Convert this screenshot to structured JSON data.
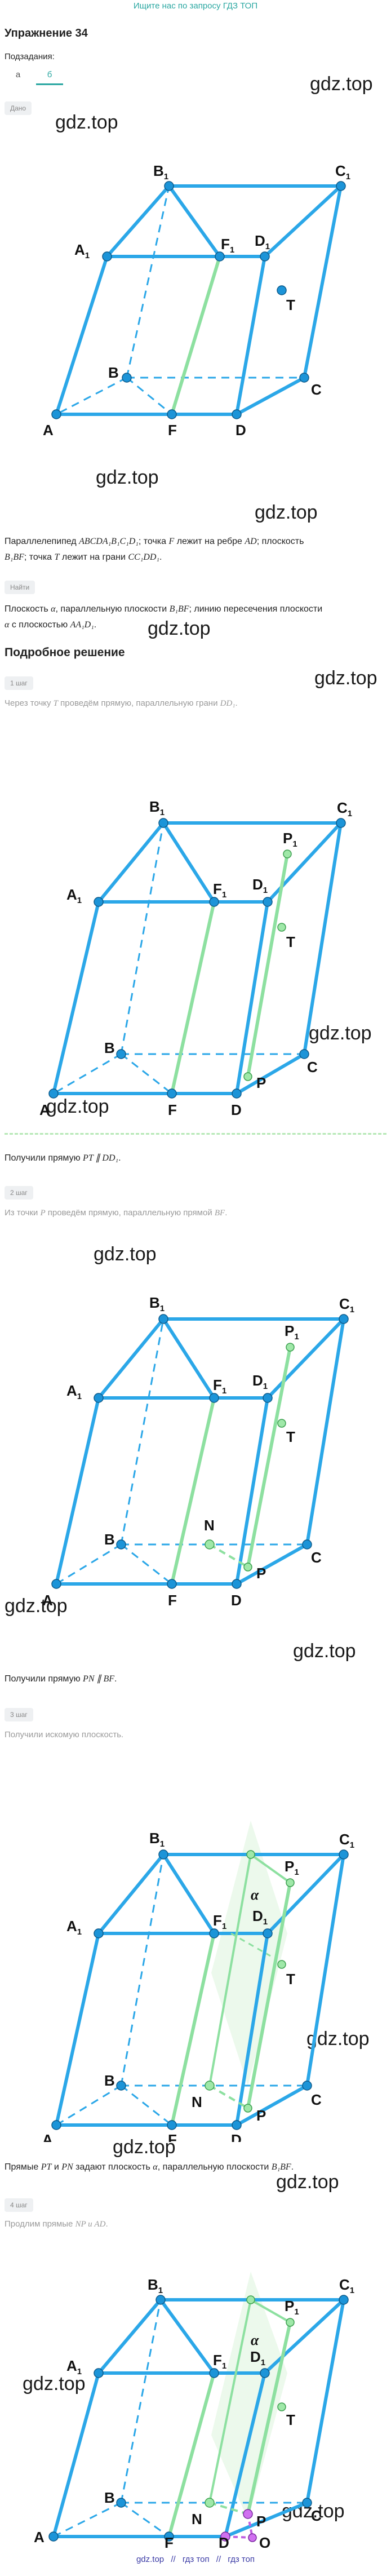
{
  "topbar": {
    "search_link": "Ищите нас по запросу ГДЗ ТОП"
  },
  "title": "Упражнение 34",
  "subtasks": {
    "label": "Подзадания:",
    "tabs": [
      {
        "label": "а"
      },
      {
        "label": "б"
      }
    ]
  },
  "badges": {
    "given": "Дано",
    "find": "Найти",
    "step1": "1 шаг",
    "step2": "2 шаг",
    "step3": "3 шаг",
    "step4": "4 шаг"
  },
  "watermark": "gdz.top",
  "given_text": {
    "line1_a": "Параллелепипед ",
    "line1_m1": "ABCDA₁B₁C₁D₁",
    "line1_b": "; точка ",
    "line1_m2": "F",
    "line1_c": " лежит на ребре ",
    "line1_m3": "AD",
    "line1_d": "; плоскость",
    "line2_m1": "B₁BF",
    "line2_a": "; точка ",
    "line2_m2": "T",
    "line2_b": " лежит на грани ",
    "line2_m3": "CC₁DD₁",
    "line2_c": "."
  },
  "find_text": {
    "line1_a": "Плоскость ",
    "line1_m1": "α",
    "line1_b": ", параллельную плоскости ",
    "line1_m2": "B₁BF",
    "line1_c": "; линию пересечения плоскости",
    "line2_m1": "α",
    "line2_a": " с плоскостью ",
    "line2_m2": "AA₁D₁",
    "line2_b": "."
  },
  "solution_title": "Подробное решение",
  "step1": {
    "instr_a": "Через точку ",
    "instr_m1": "T",
    "instr_b": " проведём прямую, параллельную грани ",
    "instr_m2": "DD₁",
    "instr_c": ".",
    "result_a": "Получили прямую ",
    "result_m": "PT ∥ DD₁",
    "result_b": "."
  },
  "step2": {
    "instr_a": "Из точки ",
    "instr_m1": "P",
    "instr_b": " проведём прямую, параллельную прямой ",
    "instr_m2": "BF",
    "instr_c": ".",
    "result_a": "Получили прямую ",
    "result_m": "PN ∥ BF",
    "result_b": "."
  },
  "step3": {
    "instr": "Получили искомую плоскость.",
    "result_a": "Прямые ",
    "result_m1": "PT",
    "result_b": " и ",
    "result_m2": "PN",
    "result_c": " задают плоскость ",
    "result_m3": "α",
    "result_d": ", параллельную плоскости ",
    "result_m4": "B₁BF",
    "result_e": "."
  },
  "step4": {
    "instr_a": "Продлим прямые ",
    "instr_m": "NP и AD",
    "instr_b": "."
  },
  "labels": {
    "A": "A",
    "B": "B",
    "C": "C",
    "D": "D",
    "F": "F",
    "T": "T",
    "N": "N",
    "P": "P",
    "Q": "Q",
    "alpha": "α",
    "B1": "B",
    "C1": "C",
    "D1": "D",
    "A1": "A",
    "F1": "F",
    "P1": "P",
    "sub1": "1"
  },
  "footer": {
    "items": [
      "gdz.top",
      "//",
      "гдз топ",
      "//",
      "гдз топ"
    ]
  },
  "colors": {
    "edge": "#2ba7e8",
    "green": "#8de0a0",
    "teal": "#2aa7a1",
    "point_fill": "#1c94d8",
    "point_open": "#9fe8a8",
    "purple": "#c060e0"
  }
}
